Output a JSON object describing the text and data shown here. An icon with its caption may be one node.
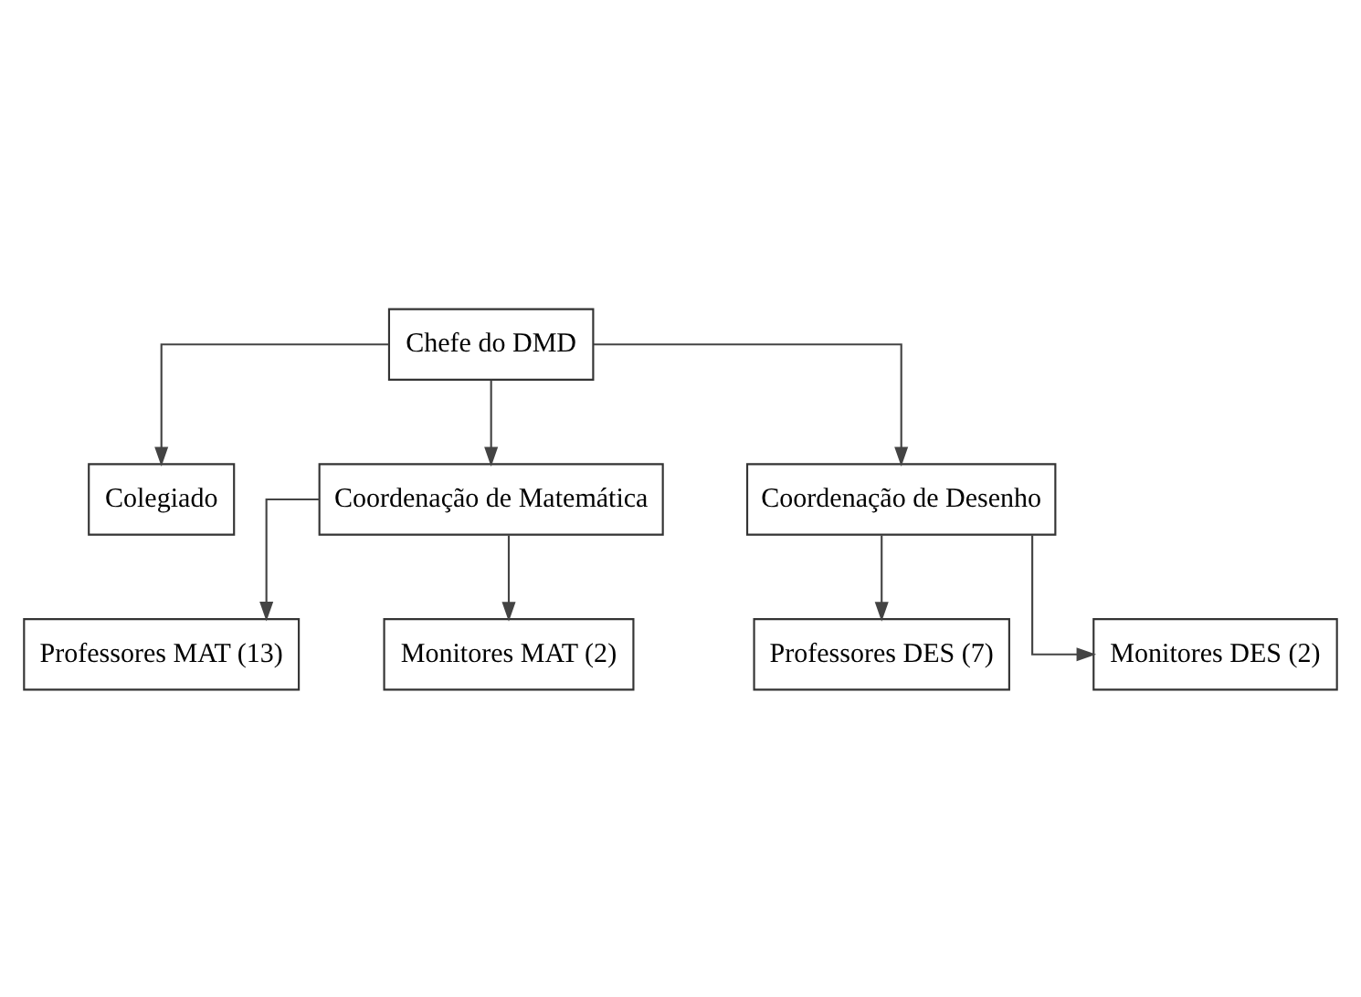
{
  "diagram": {
    "nodes": [
      {
        "text": [
          "Chefe do DMD"
        ]
      },
      {
        "text": [
          "Colegiado"
        ]
      },
      {
        "text": [
          "Coordenação de Matemática"
        ]
      },
      {
        "text": [
          "Coordenação de Desenho"
        ]
      },
      {
        "text": [
          "Professores MAT (13)"
        ]
      },
      {
        "text": [
          "Monitores MAT (2)"
        ]
      },
      {
        "text": [
          "Professores DES (7)"
        ]
      },
      {
        "text": [
          "Monitores DES (2)"
        ]
      }
    ],
    "edges": [
      {
        "from": 0,
        "to": 1,
        "arrow": "to"
      },
      {
        "from": 0,
        "to": 2,
        "arrow": "to"
      },
      {
        "from": 0,
        "to": 3,
        "arrow": "to"
      },
      {
        "from": 2,
        "to": 4,
        "arrow": "to"
      },
      {
        "from": 2,
        "to": 5,
        "arrow": "to"
      },
      {
        "from": 3,
        "to": 6,
        "arrow": "to"
      },
      {
        "from": 3,
        "to": 7,
        "arrow": "to"
      }
    ]
  }
}
